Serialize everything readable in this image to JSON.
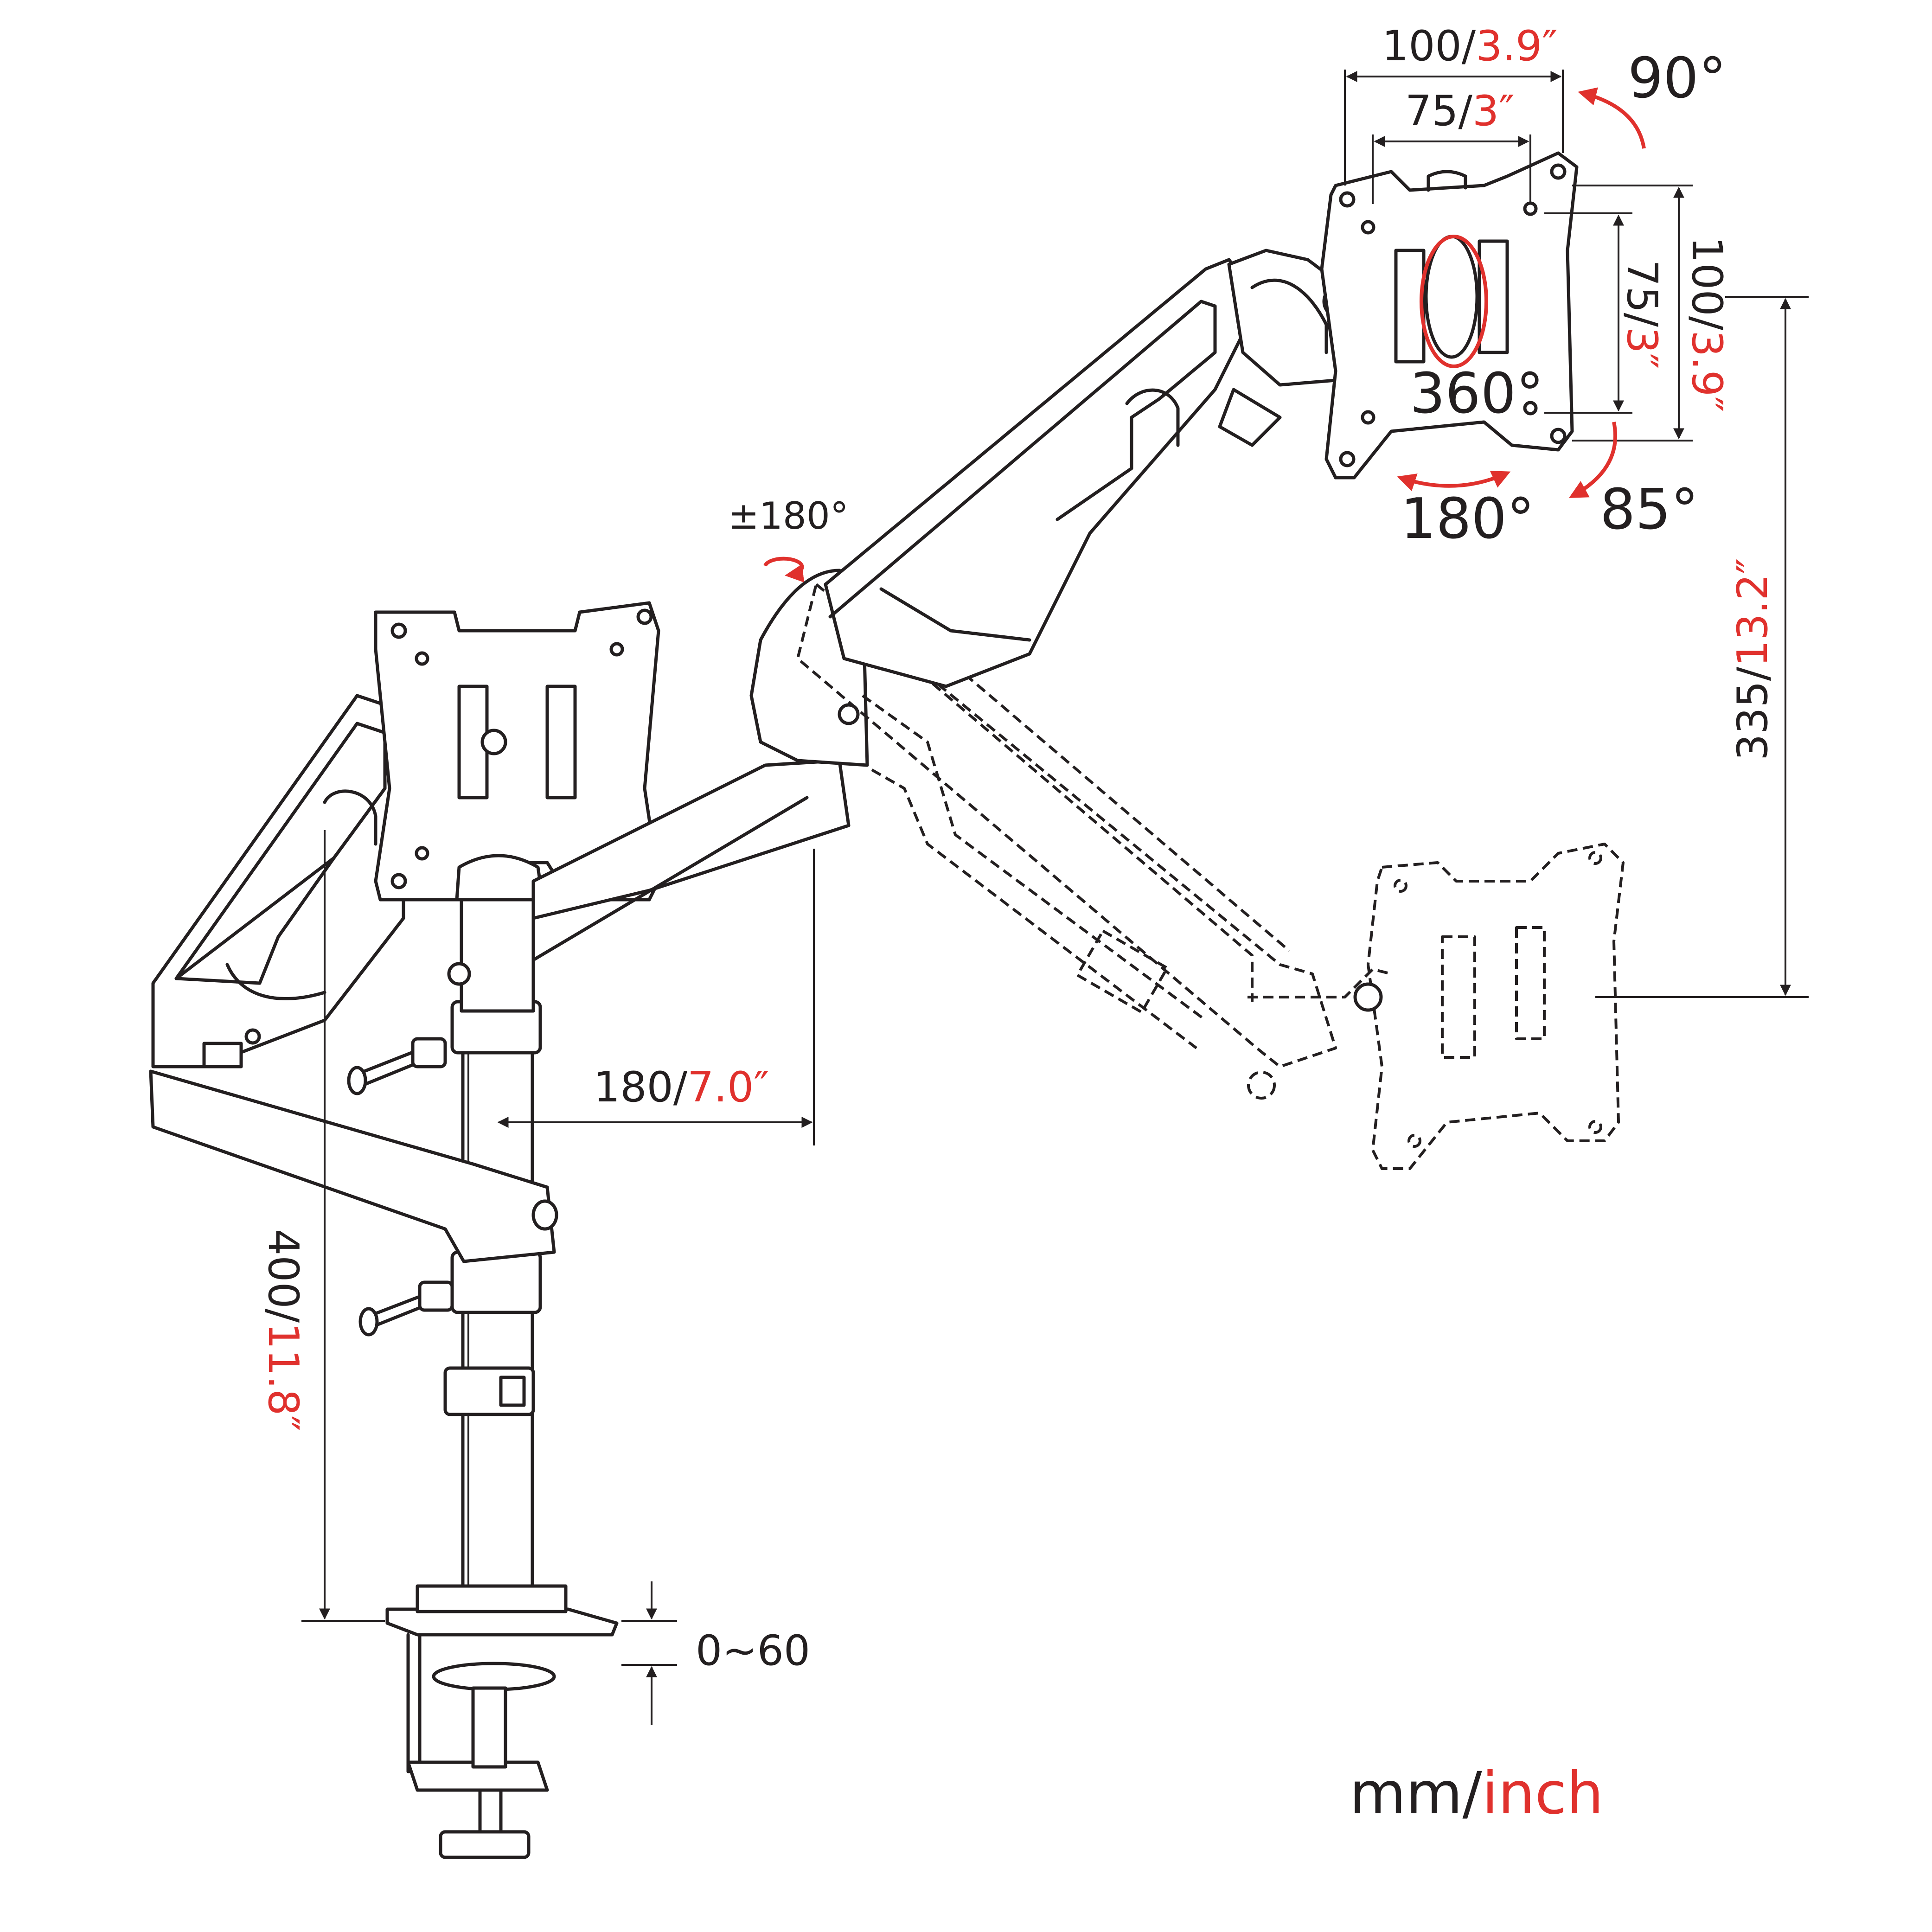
{
  "dimensions": {
    "vesa_outer_width": {
      "mm": "100/",
      "inch": "3.9″"
    },
    "vesa_inner_width": {
      "mm": "75/",
      "inch": "3″"
    },
    "vesa_outer_height": {
      "mm": "100/",
      "inch": "3.9″"
    },
    "vesa_inner_height": {
      "mm": "75/",
      "inch": "3″"
    },
    "height_adjust": {
      "mm": "335/",
      "inch": "13.2″"
    },
    "pole_height": {
      "mm": "400/",
      "inch": "11.8″"
    },
    "arm_offset": {
      "mm": "180/",
      "inch": "7.0″"
    },
    "clamp_range": "0~60"
  },
  "angles": {
    "tilt_up": "90°",
    "tilt_down": "85°",
    "rotation": "360°",
    "swivel": "180°",
    "arm_swivel": "±180°"
  },
  "units_legend": {
    "mm": "mm/",
    "inch": "inch"
  },
  "colors": {
    "line": "#231f20",
    "accent": "#e0312d"
  }
}
